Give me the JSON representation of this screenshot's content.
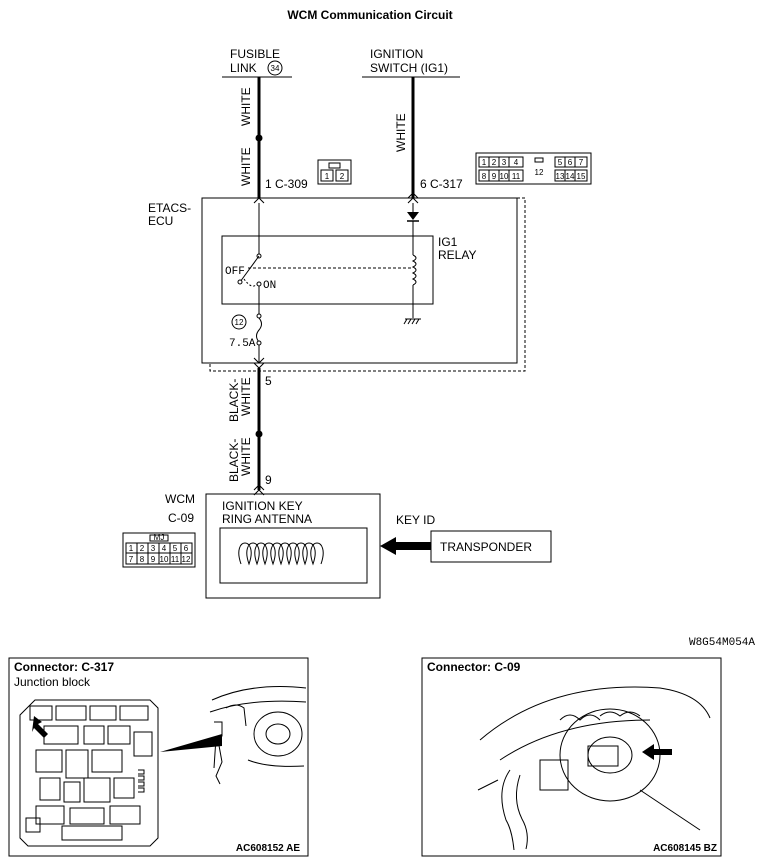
{
  "title": "WCM Communication Circuit",
  "diagram_code": "W8G54M054A",
  "sources": {
    "fusible_link_line1": "FUSIBLE",
    "fusible_link_line2": "LINK",
    "fusible_link_number": "34",
    "ignition_line1": "IGNITION",
    "ignition_line2": "SWITCH (IG1)"
  },
  "wires": {
    "white_1": "WHITE",
    "white_2": "WHITE",
    "white_3": "WHITE",
    "bw_1_top": "BLACK-",
    "bw_1_bot": "WHITE",
    "bw_2_top": "BLACK-",
    "bw_2_bot": "WHITE"
  },
  "pins": {
    "c309": "1 C-309",
    "c317": "6 C-317",
    "pin5": "5",
    "pin9": "9"
  },
  "etacs": {
    "label_line1": "ETACS-",
    "label_line2": "ECU",
    "relay_line1": "IG1",
    "relay_line2": "RELAY",
    "off": "OFF",
    "on": "ON",
    "fuse_number": "12",
    "fuse_rating": "7.5A"
  },
  "wcm": {
    "label": "WCM",
    "connector": "C-09",
    "antenna_line1": "IGNITION KEY",
    "antenna_line2": "RING ANTENNA",
    "key_id": "KEY ID",
    "transponder": "TRANSPONDER"
  },
  "connector_c309_pins": [
    "1",
    "2"
  ],
  "connector_c317": {
    "top_left": [
      "1",
      "2",
      "3",
      "4"
    ],
    "top_right": [
      "5",
      "6",
      "7"
    ],
    "bottom_left": [
      "8",
      "9",
      "10",
      "11"
    ],
    "middle": "12",
    "bottom_right": [
      "13",
      "14",
      "15"
    ]
  },
  "connector_c09": {
    "tag": "MJ",
    "top": [
      "1",
      "2",
      "3",
      "4",
      "5",
      "6"
    ],
    "bottom": [
      "7",
      "8",
      "9",
      "10",
      "11",
      "12"
    ]
  },
  "panels": {
    "left_title": "Connector: C-317",
    "left_subtitle": "Junction block",
    "left_code": "AC608152 AE",
    "right_title": "Connector: C-09",
    "right_code": "AC608145 BZ"
  },
  "colors": {
    "line": "#000000",
    "background": "#ffffff"
  }
}
